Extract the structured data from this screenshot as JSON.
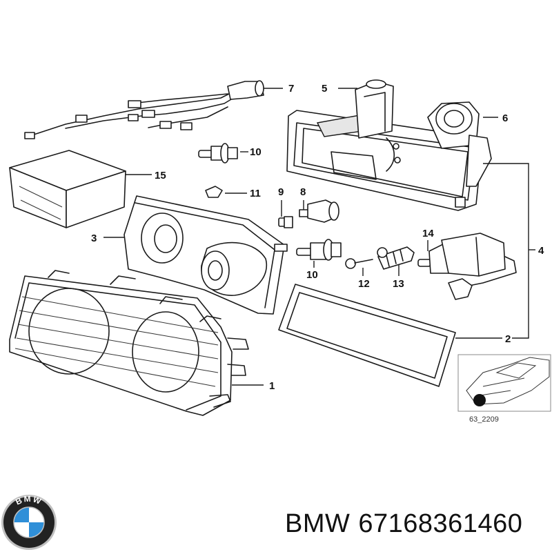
{
  "callouts": {
    "c1": "1",
    "c2": "2",
    "c3": "3",
    "c4": "4",
    "c5": "5",
    "c6": "6",
    "c7": "7",
    "c8": "8",
    "c9": "9",
    "c10a": "10",
    "c10b": "10",
    "c11": "11",
    "c12": "12",
    "c13": "13",
    "c14": "14",
    "c15": "15"
  },
  "inset": {
    "code": "63_2209"
  },
  "footer": {
    "brand": "BMW",
    "part_number": "67168361460"
  },
  "logo": {
    "letters": "BMW",
    "colors": {
      "blue": "#2f8fd8",
      "white": "#ffffff",
      "ring": "#222222",
      "chrome": "#bfbfbf"
    }
  }
}
